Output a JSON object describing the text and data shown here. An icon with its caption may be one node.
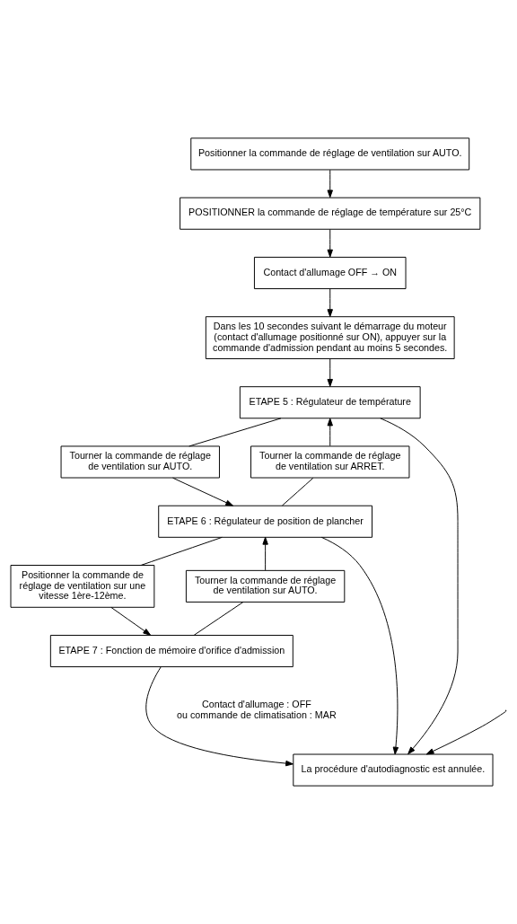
{
  "diagram": {
    "nodes": [
      {
        "text": [
          "Positionner la commande de réglage de ventilation sur AUTO."
        ]
      },
      {
        "text": [
          "POSITIONNER la commande de réglage de température sur 25°C"
        ]
      },
      {
        "text": [
          "Contact d'allumage OFF → ON"
        ]
      },
      {
        "text": [
          "Dans les 10 secondes suivant le démarrage du moteur (contact d'allumage positionné sur ON), appuyer sur la commande d'admission pendant au moins 5 secondes."
        ]
      },
      {
        "text": [
          "ETAPE 5 : Régulateur de température"
        ]
      },
      {
        "text": [
          "Tourner la commande de réglage de ventilation sur AUTO."
        ]
      },
      {
        "text": [
          "Tourner la commande de réglage de ventilation sur ARRET."
        ]
      },
      {
        "text": [
          "ETAPE 6 : Régulateur de position de plancher"
        ]
      },
      {
        "text": [
          "Positionner la commande de réglage de ventilation sur une vitesse 1ère-12ème."
        ]
      },
      {
        "text": [
          "Tourner la commande de réglage de ventilation sur AUTO."
        ]
      },
      {
        "text": [
          "ETAPE 7 : Fonction de mémoire d'orifice d'admission"
        ]
      },
      {
        "text": [
          "La procédure d'autodiagnostic est annulée."
        ]
      }
    ],
    "edges": [
      {
        "from": 0,
        "to": 1,
        "arrow": "to"
      },
      {
        "from": 1,
        "to": 2,
        "arrow": "to"
      },
      {
        "from": 2,
        "to": 3,
        "arrow": "to"
      },
      {
        "from": 3,
        "to": 4,
        "arrow": "to"
      },
      {
        "from": 4,
        "to": 5,
        "arrow": "none"
      },
      {
        "from": 5,
        "to": 7,
        "arrow": "to"
      },
      {
        "from": 7,
        "to": 6,
        "arrow": "none"
      },
      {
        "from": 6,
        "to": 4,
        "arrow": "to"
      },
      {
        "from": 7,
        "to": 8,
        "arrow": "none"
      },
      {
        "from": 8,
        "to": 10,
        "arrow": "to"
      },
      {
        "from": 10,
        "to": 9,
        "arrow": "none"
      },
      {
        "from": 9,
        "to": 7,
        "arrow": "to"
      },
      {
        "from": 4,
        "to": 11,
        "arrow": "to"
      },
      {
        "from": 7,
        "to": 11,
        "arrow": "to"
      },
      {
        "from": 10,
        "to": 11,
        "arrow": "to"
      },
      {
        "from": null,
        "to": 11,
        "arrow": "to"
      }
    ],
    "labels": [
      "Contact d'allumage : OFF",
      "ou commande de climatisation : MAR"
    ]
  }
}
